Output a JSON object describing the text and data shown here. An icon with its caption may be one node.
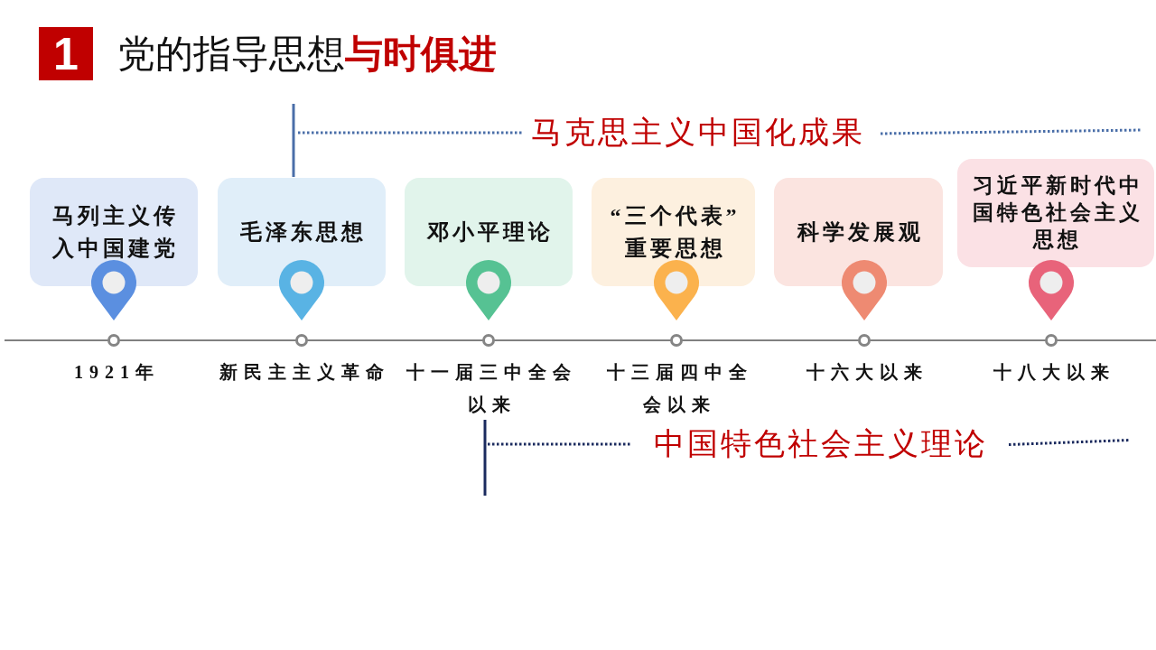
{
  "diagram": {
    "title": "党的指导思想**与时俱进**",
    "nodes": [
      {
        "text": [
          "1"
        ]
      },
      {
        "text": [
          "马列主义传入中国建党"
        ]
      },
      {
        "text": [
          "毛泽东思想"
        ]
      },
      {
        "text": [
          "邓小平理论"
        ]
      },
      {
        "text": [
          "“三个代表”重要思想"
        ]
      },
      {
        "text": [
          "科学发展观"
        ]
      },
      {
        "text": [
          "习近平新时代中国特色社会主义思想"
        ]
      }
    ],
    "labels": [
      "马克思主义中国化成果",
      "1921年",
      "新民主主义革命",
      "十一届三中全会以来",
      "十三届四中全会以来",
      "十六大以来",
      "十八大以来",
      "中国特色社会主义理论"
    ]
  }
}
